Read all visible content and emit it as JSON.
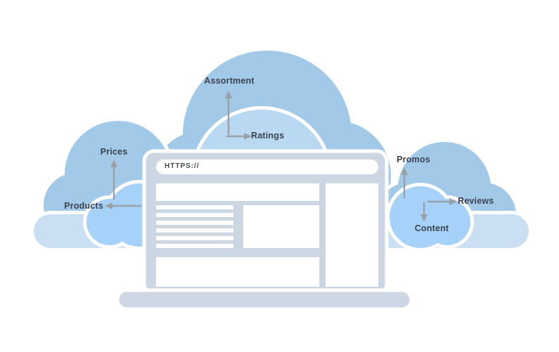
{
  "illustration": {
    "browser": {
      "address": "HTTPS://"
    },
    "nodes": [
      {
        "id": "assortment",
        "label": "Assortment",
        "arrow_direction": "up"
      },
      {
        "id": "ratings",
        "label": "Ratings",
        "arrow_direction": "right"
      },
      {
        "id": "prices",
        "label": "Prices",
        "arrow_direction": "up"
      },
      {
        "id": "products",
        "label": "Products",
        "arrow_direction": "left"
      },
      {
        "id": "promos",
        "label": "Promos",
        "arrow_direction": "up"
      },
      {
        "id": "reviews",
        "label": "Reviews",
        "arrow_direction": "right"
      },
      {
        "id": "content",
        "label": "Content",
        "arrow_direction": "down"
      }
    ],
    "colors": {
      "cloud_medium": "#a3c9e8",
      "cloud_light": "#b9d8f1",
      "cloud_base": "#cadff1",
      "cloud_bright": "#a6d2f9",
      "laptop": "#cdd7e4",
      "panel_white": "#ffffff",
      "arrow": "#9aa0a6",
      "label_text": "#3c4350"
    }
  }
}
